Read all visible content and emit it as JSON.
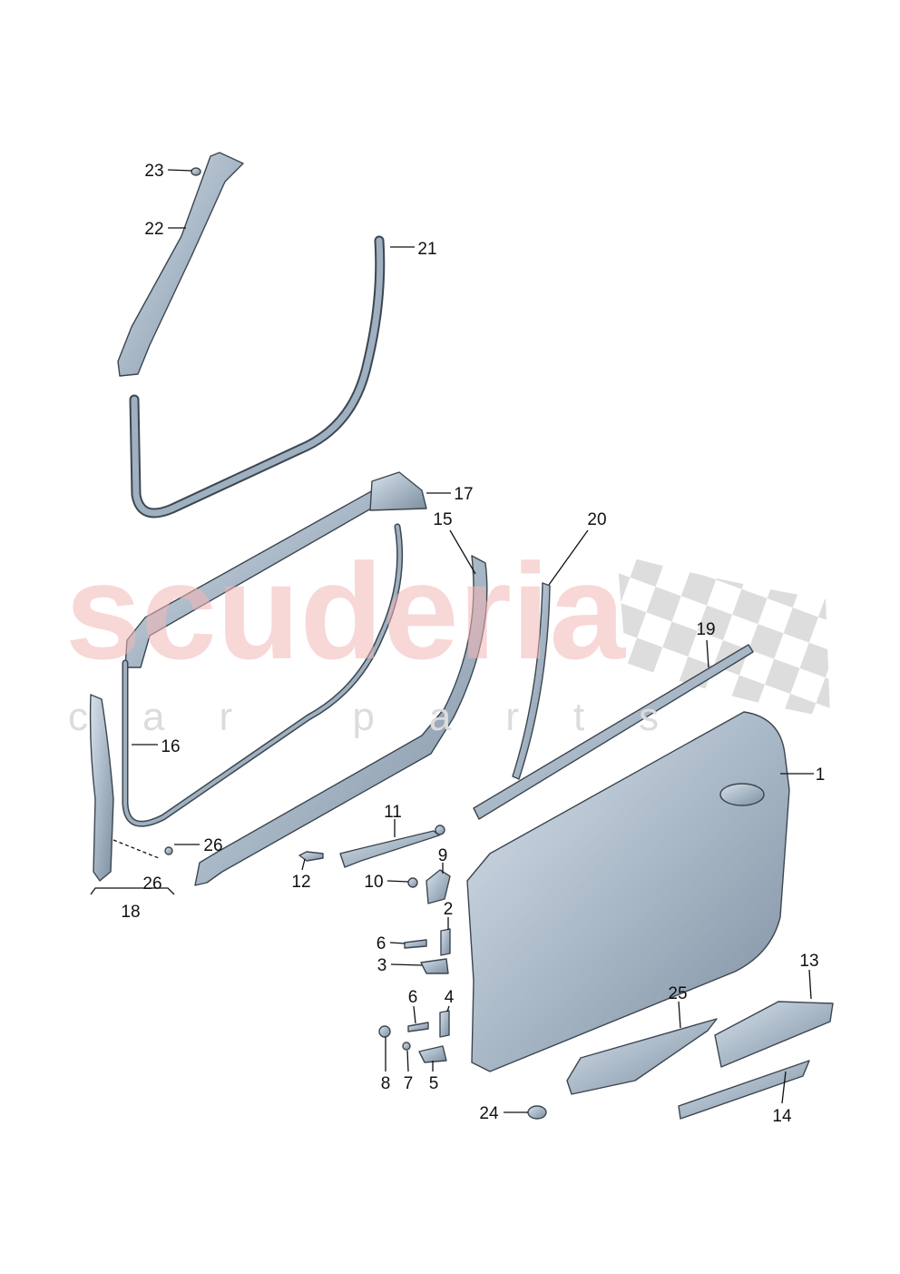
{
  "diagram": {
    "type": "exploded parts diagram",
    "part_color": "#a9b8c7",
    "watermark": {
      "brand": "scuderia",
      "tagline": "car parts",
      "brand_color": "#f4b7b7"
    },
    "callouts": [
      "23",
      "22",
      "21",
      "17",
      "15",
      "20",
      "19",
      "1",
      "16",
      "11",
      "26",
      "9",
      "12",
      "10",
      "26",
      "18",
      "2",
      "6",
      "3",
      "13",
      "25",
      "6",
      "4",
      "8",
      "7",
      "5",
      "24",
      "14"
    ]
  }
}
